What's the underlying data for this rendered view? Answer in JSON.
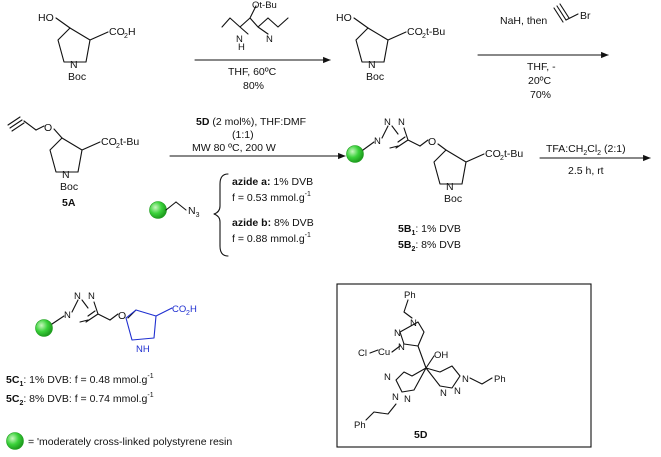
{
  "atoms": {
    "HO": "HO",
    "CO2H": "CO",
    "two": "2",
    "H": "H",
    "N": "N",
    "Boc": "Boc",
    "CO2tBu_pre": "CO",
    "CO2tBu_post": "t-Bu",
    "OtBu": "Ot-Bu",
    "NH": "H",
    "Br": "Br",
    "O": "O",
    "Ph": "Ph",
    "Cl": "Cl",
    "Cu": "Cu",
    "OH": "OH",
    "NH_pyr": "NH"
  },
  "step1": {
    "above": "",
    "below1": "THF, 60ºC",
    "below2": "80%"
  },
  "step2": {
    "above": "NaH, then",
    "below1": "THF, -",
    "below2": "20ºC",
    "below3": "70%"
  },
  "step3": {
    "catalyst": "5D",
    "cond1": " (2 mol%), THF:DMF",
    "cond2": "(1:1)",
    "cond3": "MW 80 ºC, 200 W"
  },
  "step4": {
    "above": "TFA:CH",
    "above_sub": "2",
    "above_rest": "Cl",
    "above_sub2": "2",
    "above_end": " (2:1)",
    "below": "2.5 h, rt"
  },
  "labels": {
    "c5A": "5A",
    "c5D": "5D"
  },
  "azides": {
    "n3": "N",
    "n3_sub": "3",
    "a_name": "azide a:",
    "a_dvb": " 1% DVB",
    "a_f": "f = 0.53 mmol.g",
    "b_name": "azide b:",
    "b_dvb": " 8% DVB",
    "b_f": "f = 0.88 mmol.g",
    "exp": "-1"
  },
  "products_B": {
    "b1_label": "5B",
    "b1_sub": "1",
    "b1_text": ": 1% DVB",
    "b2_label": "5B",
    "b2_sub": "2",
    "b2_text": ": 8% DVB"
  },
  "products_C": {
    "c1_label": "5C",
    "c1_sub": "1",
    "c1_text": ": 1% DVB: f = 0.48 mmol.g",
    "c2_label": "5C",
    "c2_sub": "2",
    "c2_text": ": 8% DVB: f = 0.74 mmol.g",
    "exp": "-1"
  },
  "legend": {
    "text": "= 'moderately cross-linked polystyrene resin"
  },
  "colors": {
    "resin": "#3bd23b",
    "resin_dark": "#1f9e1f",
    "acid_highlight": "#1f2fd0"
  }
}
